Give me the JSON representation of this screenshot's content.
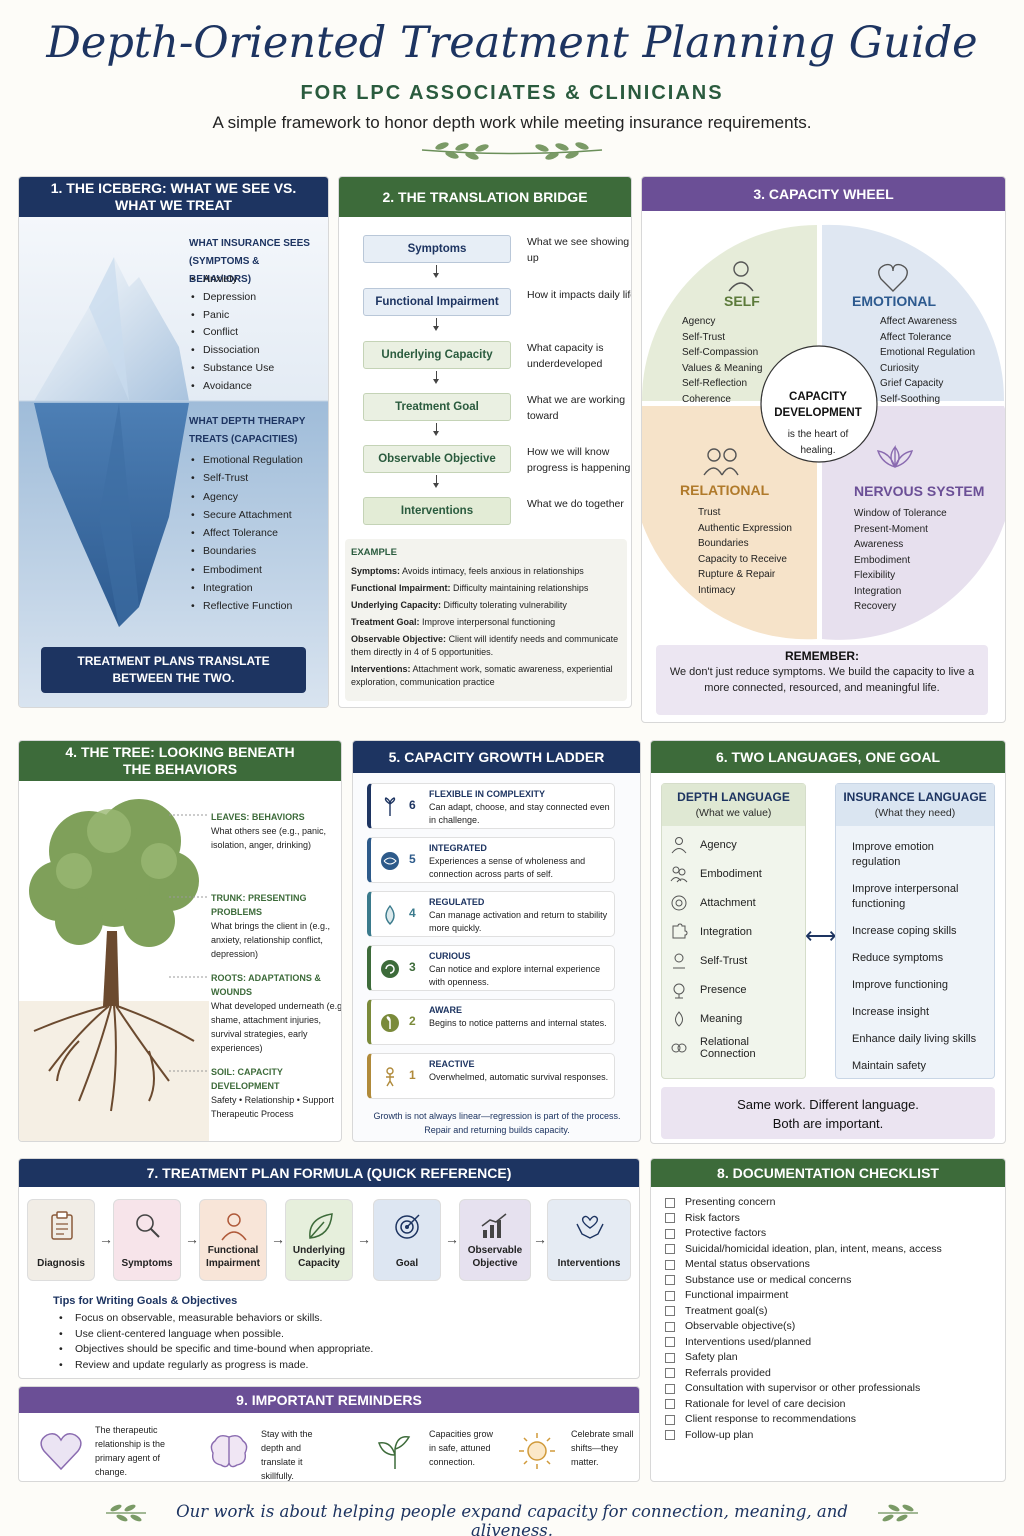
{
  "header": {
    "title": "Depth-Oriented Treatment Planning Guide",
    "subtitle": "FOR LPC ASSOCIATES & CLINICIANS",
    "tagline": "A simple framework to honor depth work while meeting insurance requirements."
  },
  "iceberg": {
    "title": "1. THE ICEBERG: WHAT WE SEE VS. WHAT WE TREAT",
    "sees_title": "WHAT INSURANCE SEES (SYMPTOMS & BEHAVIORS)",
    "sees_items": [
      "Anxiety",
      "Depression",
      "Panic",
      "Conflict",
      "Dissociation",
      "Substance Use",
      "Avoidance"
    ],
    "treats_title": "WHAT DEPTH THERAPY TREATS (CAPACITIES)",
    "treats_items": [
      "Emotional Regulation",
      "Self-Trust",
      "Agency",
      "Secure Attachment",
      "Affect Tolerance",
      "Boundaries",
      "Embodiment",
      "Integration",
      "Reflective Function"
    ],
    "banner": "TREATMENT PLANS TRANSLATE BETWEEN THE TWO."
  },
  "bridge": {
    "title": "2. THE TRANSLATION BRIDGE",
    "steps": [
      {
        "label": "Symptoms",
        "desc": "What we see showing up"
      },
      {
        "label": "Functional Impairment",
        "desc": "How it impacts daily life"
      },
      {
        "label": "Underlying Capacity",
        "desc": "What capacity is underdeveloped"
      },
      {
        "label": "Treatment Goal",
        "desc": "What we are working toward"
      },
      {
        "label": "Observable Objective",
        "desc": "How we will know progress is happening"
      },
      {
        "label": "Interventions",
        "desc": "What we do together"
      }
    ],
    "example_title": "EXAMPLE",
    "example": [
      {
        "k": "Symptoms:",
        "v": "Avoids intimacy, feels anxious in relationships"
      },
      {
        "k": "Functional Impairment:",
        "v": "Difficulty maintaining relationships"
      },
      {
        "k": "Underlying Capacity:",
        "v": "Difficulty tolerating vulnerability"
      },
      {
        "k": "Treatment Goal:",
        "v": "Improve interpersonal functioning"
      },
      {
        "k": "Observable Objective:",
        "v": "Client will identify needs and communicate them directly in 4 of 5 opportunities."
      },
      {
        "k": "Interventions:",
        "v": "Attachment work, somatic awareness, experiential exploration, communication practice"
      }
    ]
  },
  "wheel": {
    "title": "3. CAPACITY WHEEL",
    "self_title": "SELF",
    "self_items": "Agency\nSelf-Trust\nSelf-Compassion\nValues & Meaning\nSelf-Reflection\nCoherence",
    "emotional_title": "EMOTIONAL",
    "emotional_items": "Affect Awareness\nAffect Tolerance\nEmotional Regulation\nCuriosity\nGrief Capacity\nSelf-Soothing",
    "relational_title": "RELATIONAL",
    "relational_items": "Trust\nAuthentic Expression\nBoundaries\nCapacity to Receive\nRupture & Repair\nIntimacy",
    "nervous_title": "NERVOUS SYSTEM",
    "nervous_items": "Window of Tolerance\nPresent-Moment\nAwareness\nEmbodiment\nFlexibility\nIntegration\nRecovery",
    "center_title": "CAPACITY DEVELOPMENT",
    "center_sub": "is the heart of healing.",
    "remember_title": "REMEMBER:",
    "remember_text": "We don't just reduce symptoms. We build the capacity to live a more connected, resourced, and meaningful life.",
    "colors": {
      "self": "#e6ecd9",
      "emotional": "#dfe7f2",
      "relational": "#f6e3c9",
      "nervous": "#e7e0ee"
    }
  },
  "tree": {
    "title": "4. THE TREE: LOOKING BENEATH THE BEHAVIORS",
    "labels": [
      {
        "title": "LEAVES: BEHAVIORS",
        "text": "What others see (e.g., panic, isolation, anger, drinking)"
      },
      {
        "title": "TRUNK: PRESENTING PROBLEMS",
        "text": "What brings the client in (e.g., anxiety, relationship conflict, depression)"
      },
      {
        "title": "ROOTS: ADAPTATIONS & WOUNDS",
        "text": "What developed underneath (e.g., shame, attachment injuries, survival strategies, early experiences)"
      },
      {
        "title": "SOIL: CAPACITY DEVELOPMENT",
        "text": "Safety • Relationship • Support Therapeutic Process"
      }
    ]
  },
  "ladder": {
    "title": "5. CAPACITY GROWTH LADDER",
    "rungs": [
      {
        "num": "6",
        "title": "FLEXIBLE IN COMPLEXITY",
        "text": "Can adapt, choose, and stay connected even in challenge.",
        "color": "#1d3461"
      },
      {
        "num": "5",
        "title": "INTEGRATED",
        "text": "Experiences a sense of wholeness and connection across parts of self.",
        "color": "#2d5a8a"
      },
      {
        "num": "4",
        "title": "REGULATED",
        "text": "Can manage activation and return to stability more quickly.",
        "color": "#3a7a8c"
      },
      {
        "num": "3",
        "title": "CURIOUS",
        "text": "Can notice and explore internal experience with openness.",
        "color": "#3d6b3a"
      },
      {
        "num": "2",
        "title": "AWARE",
        "text": "Begins to notice patterns and internal states.",
        "color": "#7a8a3a"
      },
      {
        "num": "1",
        "title": "REACTIVE",
        "text": "Overwhelmed, automatic survival responses.",
        "color": "#b08a3a"
      }
    ],
    "footer": "Growth is not always linear—regression is part of the process. Repair and returning builds capacity."
  },
  "languages": {
    "title": "6. TWO LANGUAGES, ONE GOAL",
    "depth_title": "DEPTH LANGUAGE",
    "depth_sub": "(What we value)",
    "depth_items": [
      "Agency",
      "Embodiment",
      "Attachment",
      "Integration",
      "Self-Trust",
      "Presence",
      "Meaning",
      "Relational Connection"
    ],
    "ins_title": "INSURANCE LANGUAGE",
    "ins_sub": "(What they need)",
    "ins_items": [
      "Improve emotion regulation",
      "Improve interpersonal functioning",
      "Increase coping skills",
      "Reduce symptoms",
      "Improve functioning",
      "Increase insight",
      "Enhance daily living skills",
      "Maintain safety"
    ],
    "footer_1": "Same work. Different language.",
    "footer_2": "Both are important."
  },
  "formula": {
    "title": "7. TREATMENT PLAN FORMULA (QUICK REFERENCE)",
    "steps": [
      {
        "label": "Diagnosis",
        "icon": "clipboard-icon",
        "bg": "#f1ede6"
      },
      {
        "label": "Symptoms",
        "icon": "magnifier-icon",
        "bg": "#f7e4ea"
      },
      {
        "label": "Functional Impairment",
        "icon": "person-icon",
        "bg": "#f8e5d8"
      },
      {
        "label": "Underlying Capacity",
        "icon": "leaf-icon",
        "bg": "#e6efdc"
      },
      {
        "label": "Goal",
        "icon": "target-icon",
        "bg": "#dde6f2"
      },
      {
        "label": "Observable Objective",
        "icon": "chart-icon",
        "bg": "#e6e1ef"
      },
      {
        "label": "Interventions",
        "icon": "hands-icon",
        "bg": "#e5ebf3"
      }
    ],
    "tips_title": "Tips for Writing Goals & Objectives",
    "tips": [
      "Focus on observable, measurable behaviors or skills.",
      "Use client-centered language when possible.",
      "Objectives should be specific and time-bound when appropriate.",
      "Review and update regularly as progress is made."
    ]
  },
  "checklist": {
    "title": "8. DOCUMENTATION CHECKLIST",
    "items": [
      "Presenting concern",
      "Risk factors",
      "Protective factors",
      "Suicidal/homicidal ideation, plan, intent, means, access",
      "Mental status observations",
      "Substance use or medical concerns",
      "Functional impairment",
      "Treatment goal(s)",
      "Observable objective(s)",
      "Interventions used/planned",
      "Safety plan",
      "Referrals provided",
      "Consultation with supervisor or other professionals",
      "Rationale for level of care decision",
      "Client response to recommendations",
      "Follow-up plan"
    ]
  },
  "reminders": {
    "title": "9. IMPORTANT REMINDERS",
    "items": [
      {
        "text": "The therapeutic relationship is the primary agent of change.",
        "icon": "heart-icon"
      },
      {
        "text": "Stay with the depth and translate it skillfully.",
        "icon": "brain-icon"
      },
      {
        "text": "Capacities grow in safe, attuned connection.",
        "icon": "sprout-icon"
      },
      {
        "text": "Celebrate small shifts—they matter.",
        "icon": "sun-icon"
      }
    ]
  },
  "footer": {
    "text": "Our work is about helping people expand capacity for connection, meaning, and aliveness."
  }
}
